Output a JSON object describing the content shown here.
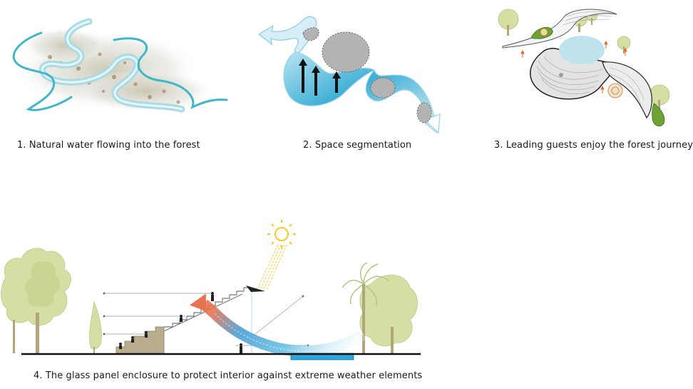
{
  "captions": {
    "c1": "1. Natural water flowing into the forest",
    "c2": "2. Space segmentation",
    "c3": "3. Leading guests enjoy the forest journey",
    "c4": "4. The glass panel enclosure to protect interior against extreme weather elements"
  },
  "colors": {
    "water_teal": "#3fb7c4",
    "river_blue": "#a9dbe4",
    "flow_blue": "#3fb0d6",
    "rock_gray": "#b3b3b3",
    "tree_green": "#d5dfa4",
    "sun_yellow": "#f4c92d",
    "arrow_orange": "#e8734f",
    "pool_blue": "#2aa7e0",
    "stair_tan": "#b8ad8e"
  },
  "icons": [
    "river-icon",
    "up-arrow-icon",
    "sun-icon",
    "tree-icon",
    "palm-tree-icon",
    "person-icon"
  ]
}
